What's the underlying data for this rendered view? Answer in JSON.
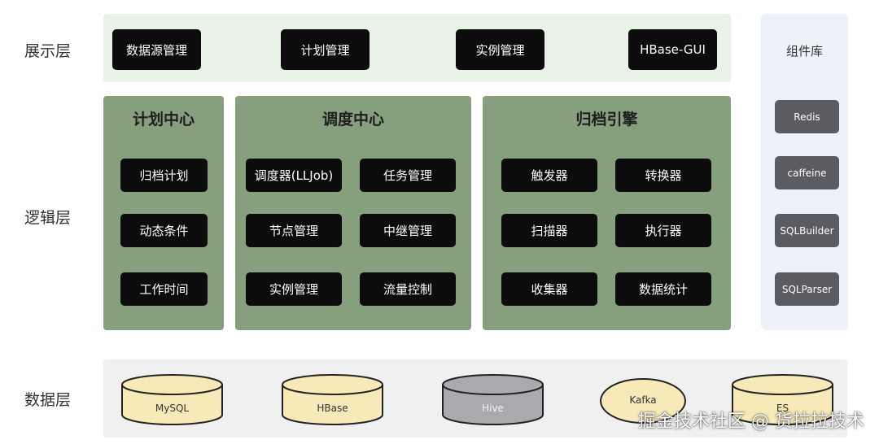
{
  "layers": {
    "presentation": "展示层",
    "logic": "逻辑层",
    "data": "数据层"
  },
  "presentation_items": [
    "数据源管理",
    "计划管理",
    "实例管理",
    "HBase-GUI"
  ],
  "panels": [
    {
      "title": "计划中心",
      "items": [
        "归档计划",
        "动态条件",
        "工作时间"
      ]
    },
    {
      "title": "调度中心",
      "items": [
        "调度器(LLJob)",
        "任务管理",
        "节点管理",
        "中继管理",
        "实例管理",
        "流量控制"
      ]
    },
    {
      "title": "归档引擎",
      "items": [
        "触发器",
        "转换器",
        "扫描器",
        "执行器",
        "收集器",
        "数据统计"
      ]
    }
  ],
  "component_library": {
    "title": "组件库",
    "items": [
      "Redis",
      "caffeine",
      "SQLBuilder",
      "SQLParser"
    ]
  },
  "data_stores": [
    "MySQL",
    "HBase",
    "Hive",
    "Kafka",
    "ES"
  ],
  "watermark": "掘金技术社区 @ 货拉拉技术",
  "colors": {
    "presentation_band": "#e9f2e6",
    "logic_panel": "#86a07d",
    "data_band": "#f0f0f0",
    "library_band": "#eef1f8",
    "button_dark": "#0c0c0c",
    "button_gray": "#5b5c61",
    "cylinder_yellow": "#f8e9b8",
    "cylinder_gray": "#a8aaae"
  }
}
